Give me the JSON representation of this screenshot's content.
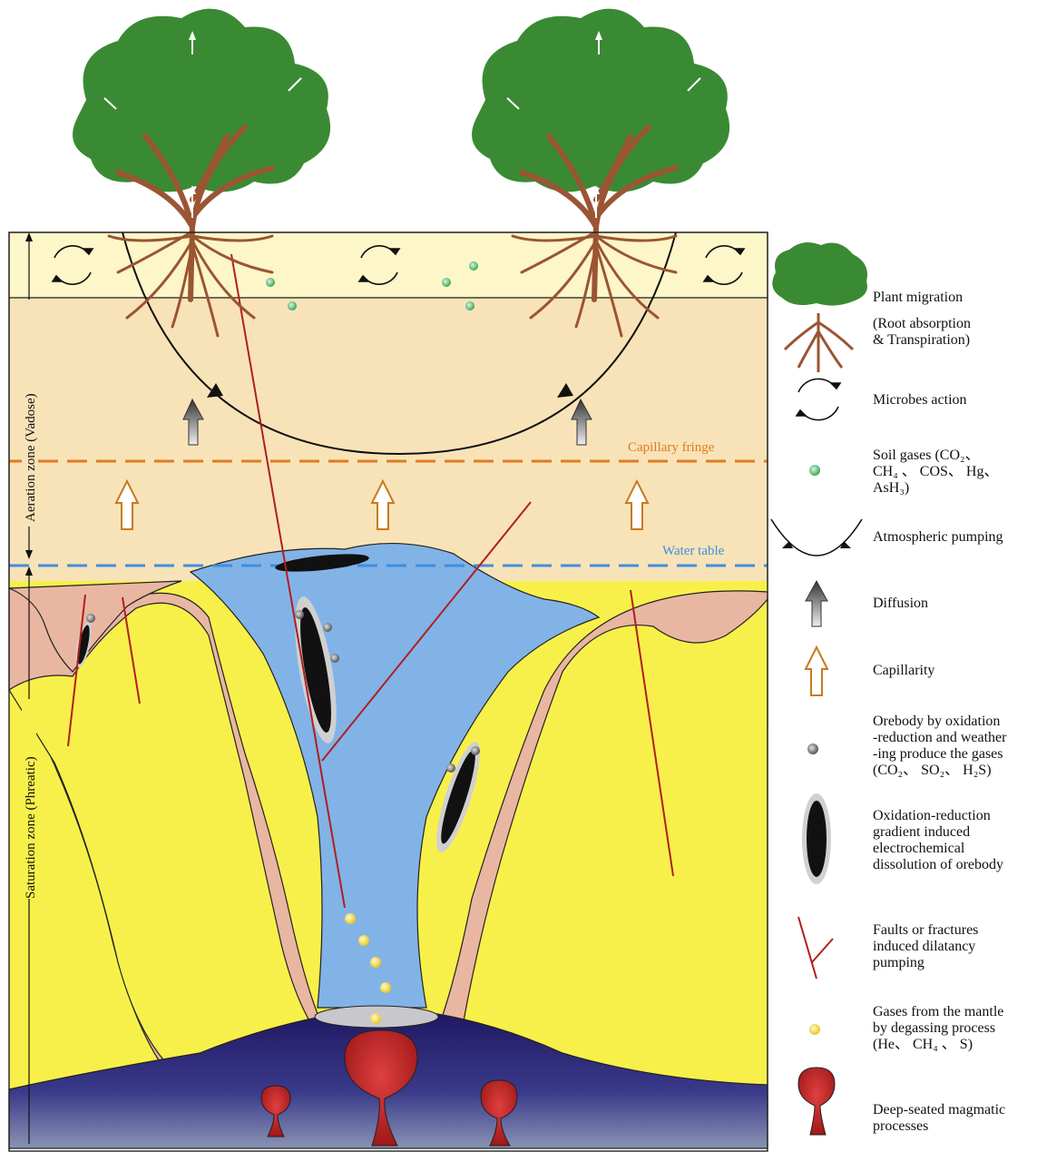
{
  "zones": {
    "aeration": "Aeration zone (Vadose)",
    "saturation": "Saturation  zone (Phreatic)"
  },
  "lines": {
    "capillary_fringe": "Capillary fringe",
    "water_table": "Water table"
  },
  "legend": [
    {
      "icon": "tree-icon",
      "text": "Plant  migration"
    },
    {
      "icon": "",
      "text": "(Root absorption\n& Transpiration)"
    },
    {
      "icon": "circular-arrows-icon",
      "text": "Microbes action"
    },
    {
      "icon": "green-dot-icon",
      "text": "Soil  gases (CO₂、\nCH₄ 、 COS、 Hg、\nAsH₃)"
    },
    {
      "icon": "arc-arrows-icon",
      "text": "Atmospheric pumping"
    },
    {
      "icon": "gray-arrow-icon",
      "text": "Diffusion"
    },
    {
      "icon": "hollow-arrow-icon",
      "text": "Capillarity"
    },
    {
      "icon": "gray-dot-icon",
      "text": "Orebody by oxidation\n-reduction and weather\n-ing produce the gases\n(CO₂、 SO₂、 H₂S)"
    },
    {
      "icon": "orebody-icon",
      "text": "Oxidation-reduction\ngradient induced\nelectrochemical\ndissolution of orebody"
    },
    {
      "icon": "fault-icon",
      "text": "Faults or fractures\ninduced dilatancy\npumping"
    },
    {
      "icon": "yellow-dot-icon",
      "text": "Gases from the mantle\nby degassing process\n(He、 CH₄ 、 S)"
    },
    {
      "icon": "magma-icon",
      "text": "Deep-seated magmatic\nprocesses"
    }
  ],
  "colors": {
    "soil_top": "#fdf6c8",
    "soil": "#f8e3b8",
    "rock": "#f8f04a",
    "alteration": "#e9b6a2",
    "water": "#82b3e6",
    "mantle": "#2d2870",
    "magma": "#c0282a",
    "tree_green": "#3a8a34",
    "trunk": "#9a5533",
    "capillary": "#e07b1f",
    "watertable": "#3d8fe0",
    "fault": "#b01f1f"
  }
}
